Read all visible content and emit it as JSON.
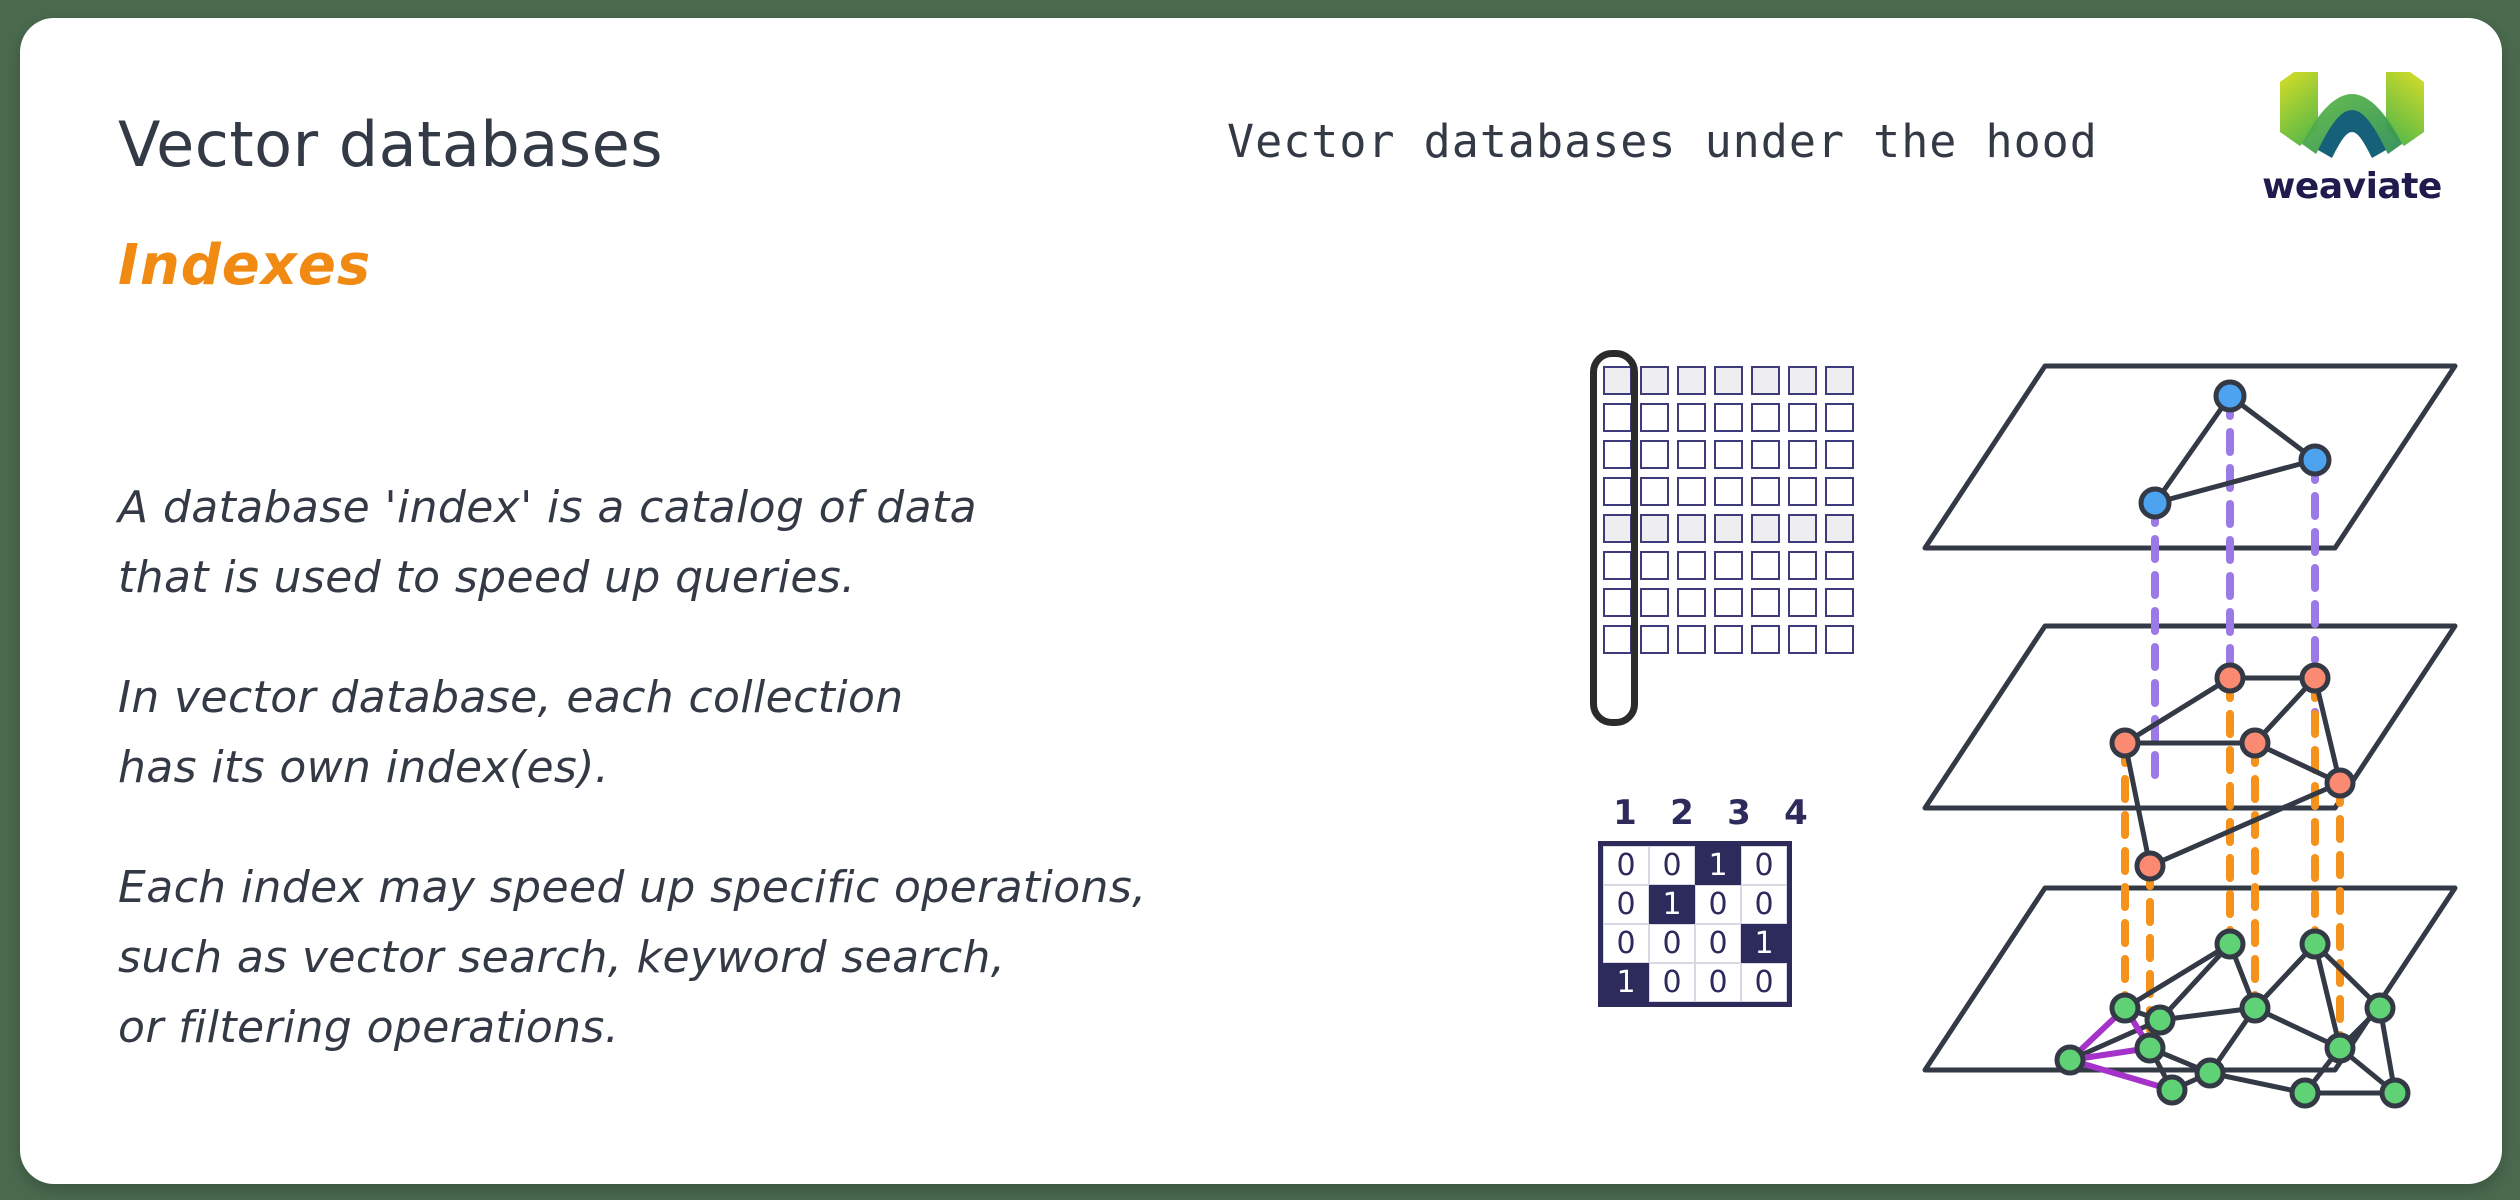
{
  "slide": {
    "title": "Vector databases",
    "subtitle": "Indexes",
    "header_title": "Vector databases under the hood",
    "background_color": "#4b6b4f",
    "card_color": "#ffffff",
    "accent_color": "#f08a12",
    "text_color": "#333a46"
  },
  "logo": {
    "wordmark": "weaviate",
    "mark_name": "weaviate-w-logo",
    "colors": {
      "yellow": "#d8dd26",
      "green_light": "#61bb46",
      "green_mid": "#3f9e4d",
      "teal_dark": "#17607a",
      "wordmark": "#1f1b4d"
    }
  },
  "body": {
    "paragraphs": [
      [
        "A database 'index' is a catalog of data",
        "that is used to speed up queries."
      ],
      [
        "In vector database, each collection",
        "has its own index(es)."
      ],
      [
        "Each index may speed up specific operations,",
        "such as vector search, keyword search,",
        "or filtering operations."
      ]
    ]
  },
  "vector_grid": {
    "rows": 8,
    "cols": 7,
    "shaded_rows": [
      1,
      5
    ],
    "highlighted_column": 1,
    "cell_border_color": "#3d3b7c",
    "shade_color": "#eeeef1"
  },
  "matrix": {
    "column_headers": [
      "1",
      "2",
      "3",
      "4"
    ],
    "rows": [
      [
        "0",
        "0",
        "1",
        "0"
      ],
      [
        "0",
        "1",
        "0",
        "0"
      ],
      [
        "0",
        "0",
        "0",
        "1"
      ],
      [
        "1",
        "0",
        "0",
        "0"
      ]
    ],
    "on_value": "1",
    "fill_color": "#2d2a5c",
    "text_color": "#2d2a5c"
  },
  "hnsw": {
    "layers": [
      {
        "name": "layer-top",
        "node_color": "#4da3f0",
        "node_count": 3
      },
      {
        "name": "layer-middle",
        "node_color": "#fa8a72",
        "node_count": 6
      },
      {
        "name": "layer-bottom",
        "node_color": "#5fd275",
        "node_count": 13
      }
    ],
    "connector_colors": {
      "upper": "#9b7ae8",
      "lower": "#f5921b"
    },
    "search_path_color": "#a633c9",
    "plane_color": "#333a46"
  }
}
